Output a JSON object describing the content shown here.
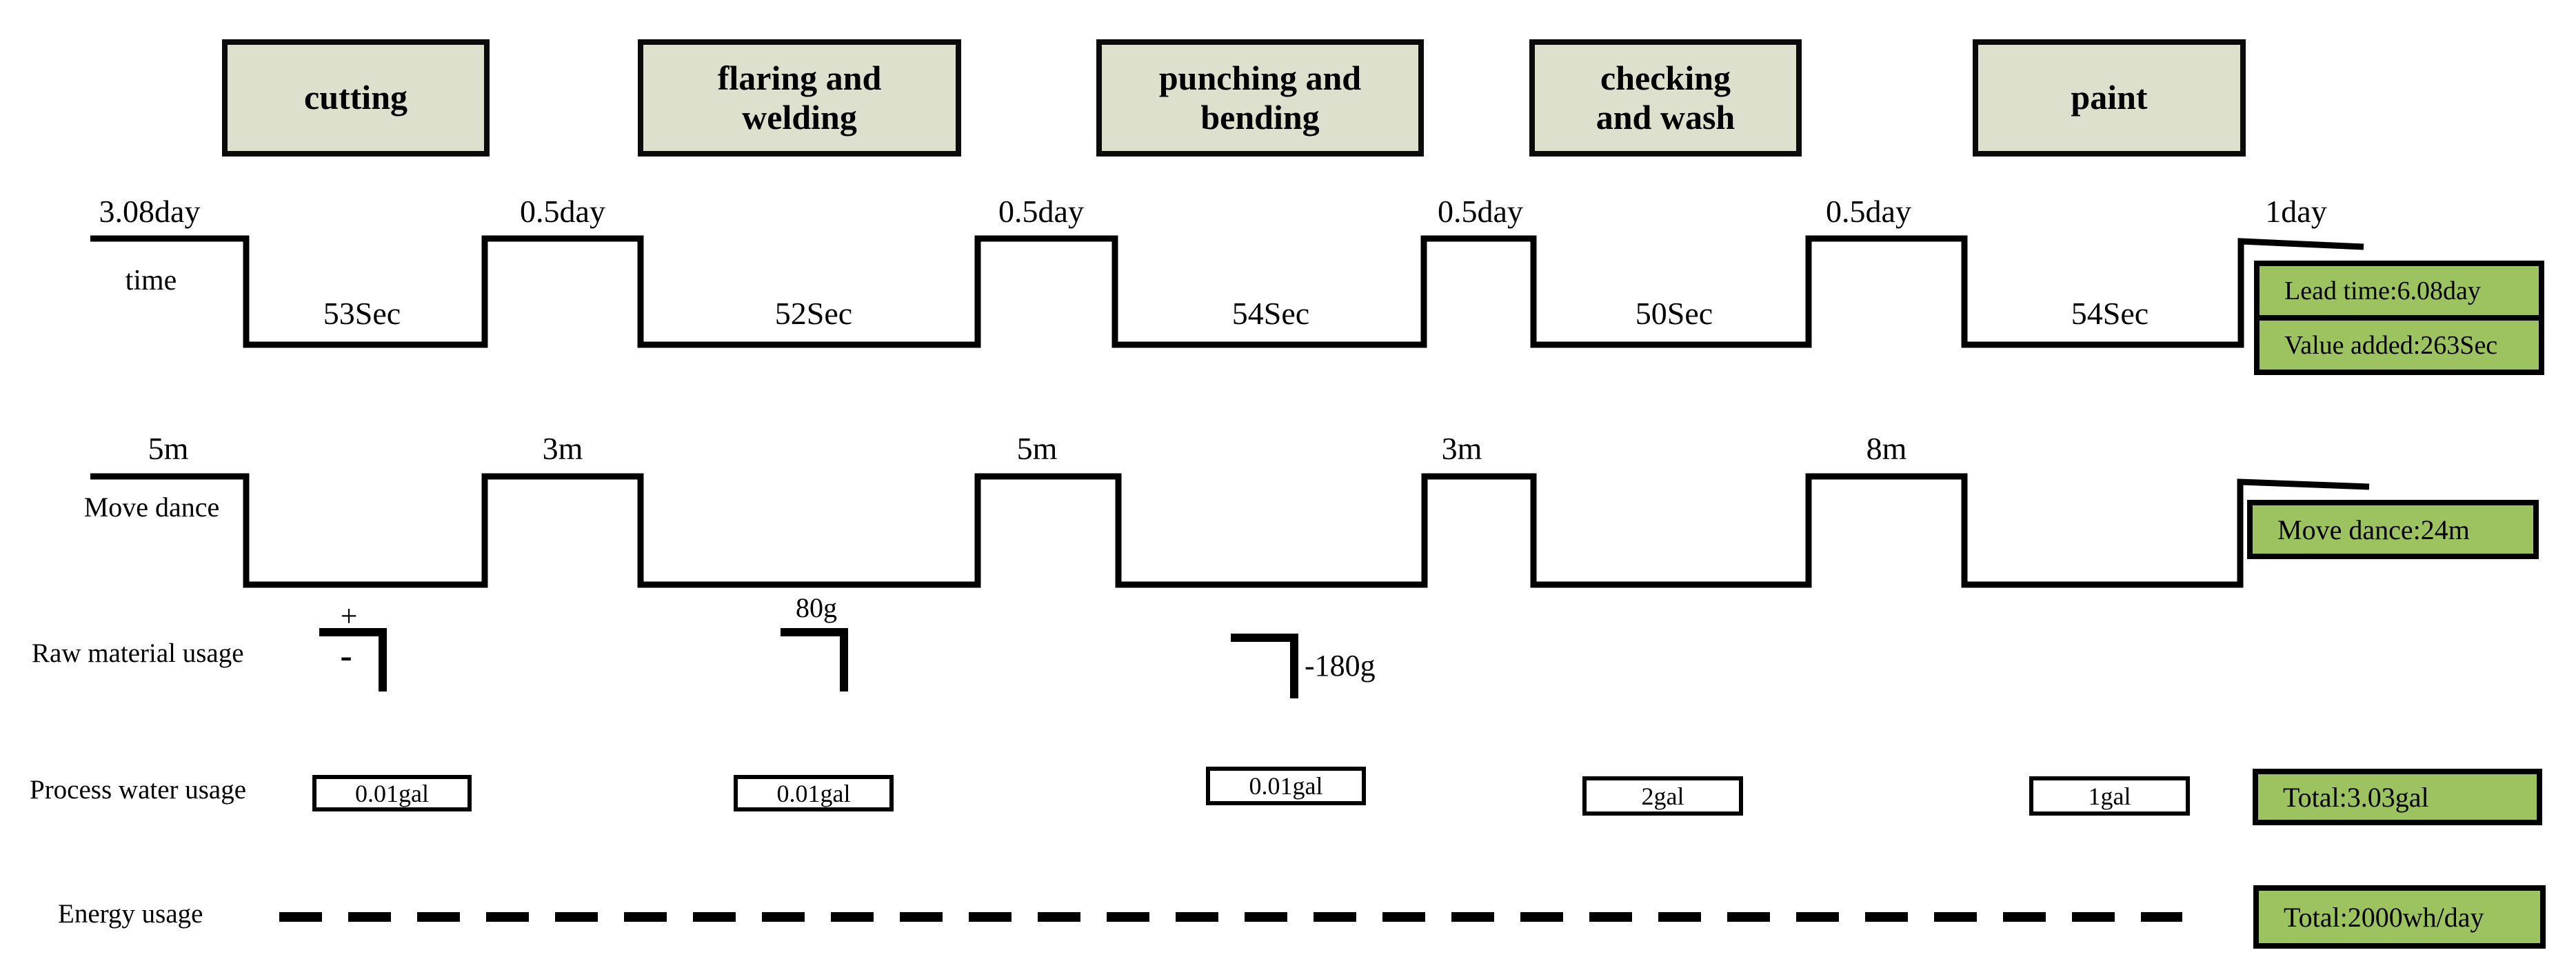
{
  "stages": [
    {
      "name": "cutting"
    },
    {
      "name": "flaring and welding"
    },
    {
      "name": "punching and bending"
    },
    {
      "name": "checking and wash"
    },
    {
      "name": "paint"
    }
  ],
  "time": {
    "label": "time",
    "waits": [
      "3.08day",
      "0.5day",
      "0.5day",
      "0.5day",
      "0.5day",
      "1day"
    ],
    "values": [
      "53Sec",
      "52Sec",
      "54Sec",
      "50Sec",
      "54Sec"
    ],
    "summary": {
      "lead": "Lead time:6.08day",
      "value_added": "Value added:263Sec"
    }
  },
  "move": {
    "label": "Move dance",
    "values": [
      "5m",
      "3m",
      "5m",
      "3m",
      "8m"
    ],
    "total": "Move dance:24m"
  },
  "raw": {
    "label": "Raw material usage",
    "plus": "+",
    "minus": "-",
    "add": "80g",
    "subtract": "-180g"
  },
  "water": {
    "label": "Process water usage",
    "values": [
      "0.01gal",
      "0.01gal",
      "0.01gal",
      "2gal",
      "1gal"
    ],
    "total": "Total:3.03gal"
  },
  "energy": {
    "label": "Energy usage",
    "total": "Total:2000wh/day"
  },
  "colors": {
    "stage_fill": "#dce0cc",
    "summary_green": "#9dc360",
    "line": "#000000"
  }
}
